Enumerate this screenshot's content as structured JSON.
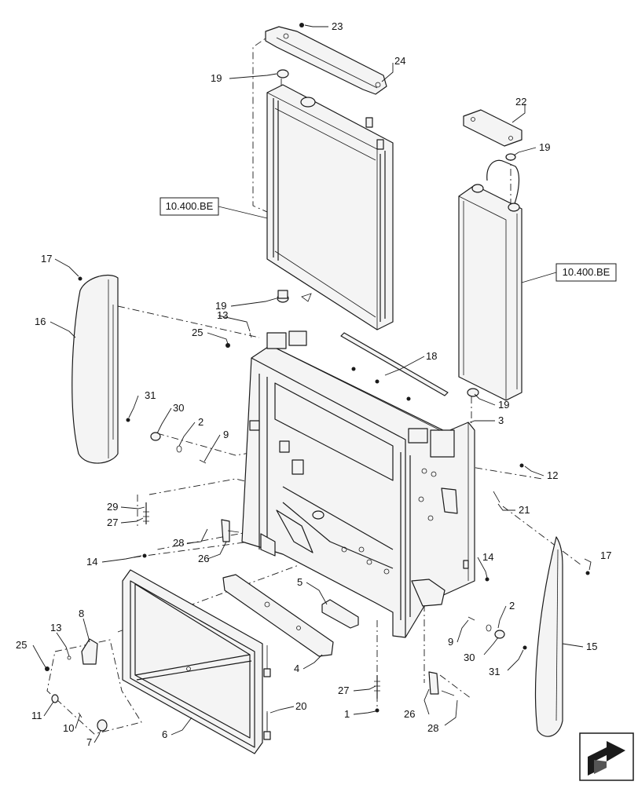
{
  "references": [
    "10.400.BE",
    "10.400.BE"
  ],
  "callouts": [
    "1",
    "2",
    "2",
    "3",
    "4",
    "5",
    "6",
    "7",
    "8",
    "9",
    "9",
    "10",
    "11",
    "12",
    "13",
    "13",
    "14",
    "14",
    "15",
    "16",
    "17",
    "17",
    "18",
    "19",
    "19",
    "19",
    "19",
    "20",
    "21",
    "22",
    "23",
    "24",
    "25",
    "25",
    "26",
    "26",
    "27",
    "27",
    "28",
    "28",
    "29",
    "30",
    "30",
    "31",
    "31"
  ],
  "nav_icon": "next-arrow-icon"
}
